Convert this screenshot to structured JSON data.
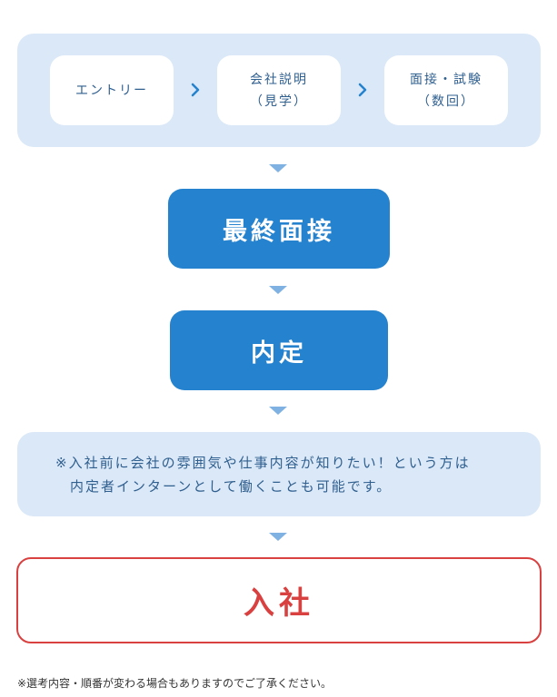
{
  "steps": [
    {
      "line1": "エントリー",
      "line2": ""
    },
    {
      "line1": "会社説明",
      "line2": "（見学）"
    },
    {
      "line1": "面接・試験",
      "line2": "（数回）"
    }
  ],
  "final_interview": "最終面接",
  "offer": "内定",
  "note": {
    "line1": "※入社前に会社の雰囲気や仕事内容が知りたい！という方は",
    "line2": "内定者インターンとして働くことも可能です。"
  },
  "join": "入社",
  "footnote": "※選考内容・順番が変わる場合もありますのでご了承ください。",
  "colors": {
    "panel_bg": "#dbe8f7",
    "accent_blue": "#2582ce",
    "text_blue": "#2f5f8f",
    "join_red": "#d94040"
  }
}
